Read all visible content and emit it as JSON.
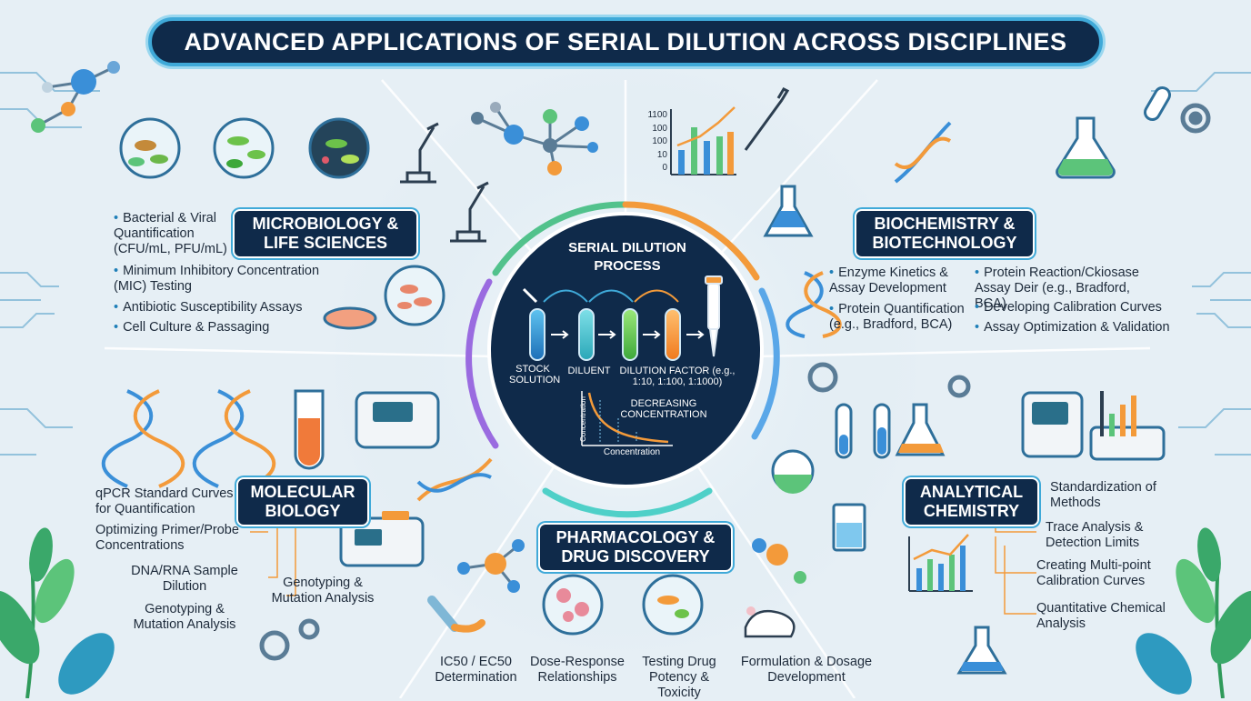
{
  "title": "ADVANCED APPLICATIONS OF SERIAL DILUTION ACROSS DISCIPLINES",
  "center": {
    "title": "SERIAL DILUTION PROCESS",
    "stock": "STOCK SOLUTION",
    "diluent": "DILUENT",
    "factor": "DILUTION FACTOR (e.g., 1:10, 1:100, 1:1000)",
    "decreasing": "DECREASING CONCENTRATION",
    "x_axis": "Concentration",
    "y_axis": "Concentration"
  },
  "micro": {
    "label": "MICROBIOLOGY & LIFE SCIENCES",
    "items": [
      "Bacterial & Viral Quantification (CFU/mL, PFU/mL)",
      "Minimum Inhibitory Concentration (MIC) Testing",
      "Antibiotic Susceptibility Assays",
      "Cell Culture & Passaging"
    ]
  },
  "biochem": {
    "label": "BIOCHEMISTRY & BIOTECHNOLOGY",
    "left_items": [
      "Enzyme Kinetics & Assay Development",
      "Protein Quantification (e.g., Bradford, BCA)"
    ],
    "right_items": [
      "Protein Reaction/Ckiosase Assay Deir (e.g., Bradford, BCA)",
      "Developing Calibration Curves",
      "Assay Optimization & Validation"
    ],
    "chart_ticks": [
      "1100",
      "100",
      "100",
      "10",
      "0"
    ]
  },
  "molbio": {
    "label": "MOLECULAR BIOLOGY",
    "items": [
      "qPCR Standard Curves for Quantification",
      "Optimizing Primer/Probe Concentrations",
      "DNA/RNA Sample Dilution",
      "Genotyping & Mutation Analysis",
      "Genotyping & Mutation Analysis"
    ]
  },
  "pharma": {
    "label": "PHARMACOLOGY & DRUG DISCOVERY",
    "items": [
      "IC50 / EC50 Determination",
      "Dose-Response Relationships",
      "Testing Drug Potency & Toxicity",
      "Formulation & Dosage Development"
    ]
  },
  "analytical": {
    "label": "ANALYTICAL CHEMISTRY",
    "items": [
      "Standardization of Methods",
      "Trace Analysis & Detection Limits",
      "Creating Multi-point Calibration Curves",
      "Quantitative Chemical Analysis"
    ]
  },
  "colors": {
    "navy": "#0f2a4a",
    "accent_blue": "#3fa9d8",
    "orange": "#f08a2c",
    "green": "#6cc24a",
    "purple": "#8a63d2"
  }
}
